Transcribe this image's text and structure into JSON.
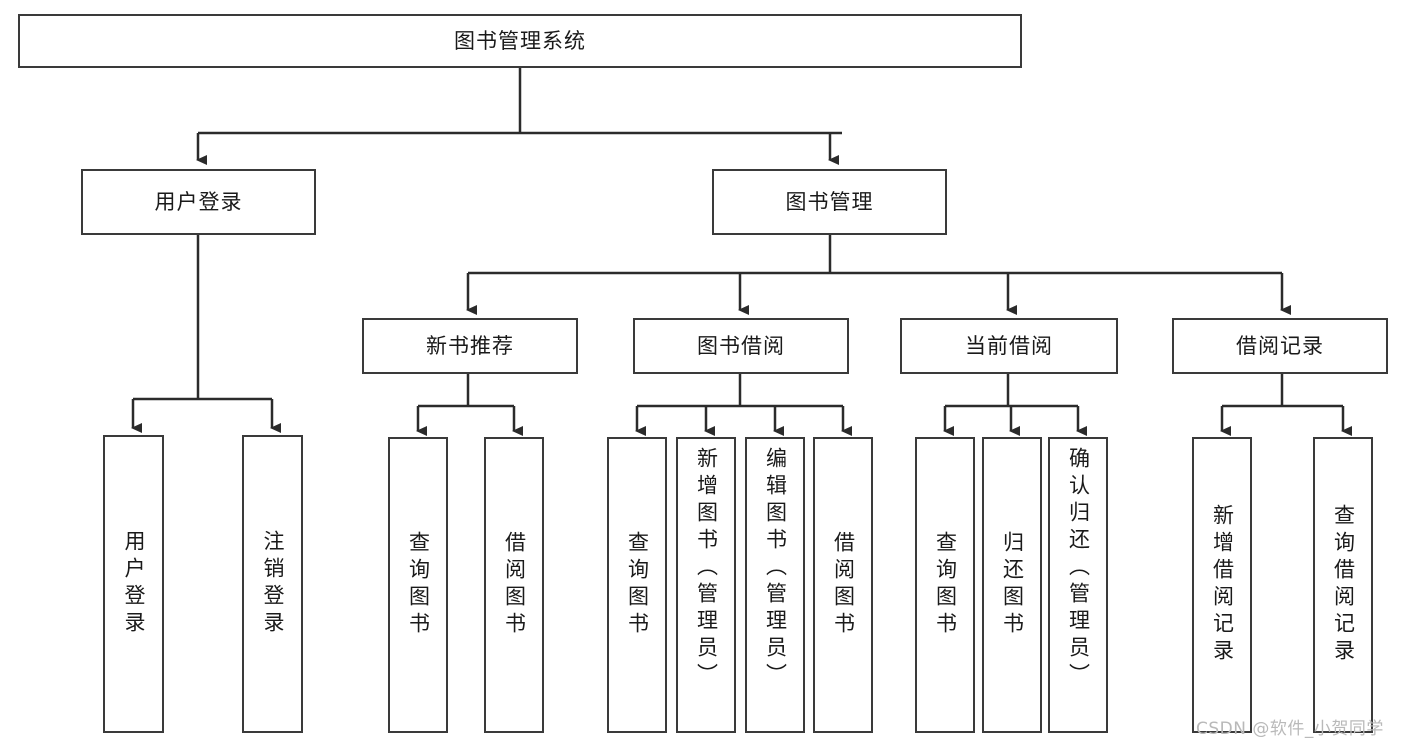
{
  "diagram": {
    "title": "图书管理系统",
    "type": "hierarchy-tree",
    "root": {
      "label": "图书管理系统"
    },
    "level2": [
      {
        "label": "用户登录"
      },
      {
        "label": "图书管理"
      }
    ],
    "level3": [
      {
        "label": "新书推荐"
      },
      {
        "label": "图书借阅"
      },
      {
        "label": "当前借阅"
      },
      {
        "label": "借阅记录"
      }
    ],
    "leaves": {
      "user_login": [
        {
          "label": "用户登录"
        },
        {
          "label": "注销登录"
        }
      ],
      "new_book_recommend": [
        {
          "label": "查询图书"
        },
        {
          "label": "借阅图书"
        }
      ],
      "book_borrow": [
        {
          "label": "查询图书"
        },
        {
          "label": "新增图书（管理员）"
        },
        {
          "label": "编辑图书（管理员）"
        },
        {
          "label": "借阅图书"
        }
      ],
      "current_borrow": [
        {
          "label": "查询图书"
        },
        {
          "label": "归还图书"
        },
        {
          "label": "确认归还（管理员）"
        }
      ],
      "borrow_record": [
        {
          "label": "新增借阅记录"
        },
        {
          "label": "查询借阅记录"
        }
      ]
    }
  },
  "watermark": {
    "text": "CSDN @软件_小贺同学"
  },
  "colors": {
    "border": "#3a3a3a",
    "text": "#1a1a1a",
    "background": "#ffffff",
    "watermark": "#b9b9b9"
  }
}
